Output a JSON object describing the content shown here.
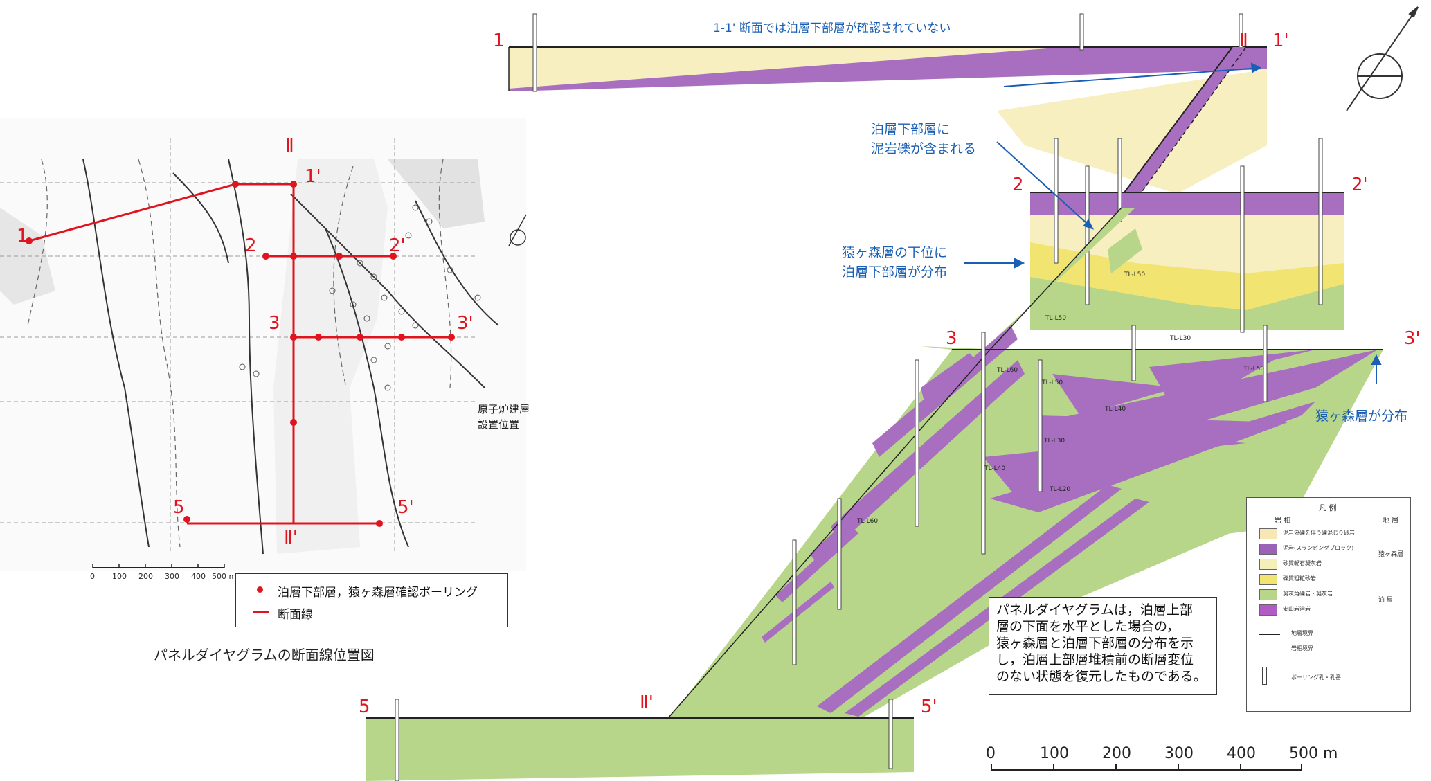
{
  "texts": {
    "section1_note": "1-1' 断面では泊層下部層が確認されていない",
    "label_mudstone_1": "泊層下部層に",
    "label_mudstone_2": "泥岩礫が含まれる",
    "label_under_1": "猿ヶ森層の下位に",
    "label_under_2": "泊層下部層が分布",
    "label_saru": "猿ヶ森層が分布",
    "map_caption": "パネルダイヤグラムの断面線位置図",
    "reactor_1": "原子炉建屋",
    "reactor_2": "設置位置"
  },
  "section_ids": {
    "s1": "1",
    "s1p": "1'",
    "s2": "2",
    "s2p": "2'",
    "s3": "3",
    "s3p": "3'",
    "s5": "5",
    "s5p": "5'",
    "II": "Ⅱ",
    "IIp": "Ⅱ'"
  },
  "map_legend": {
    "boring": "泊層下部層，猿ヶ森層確認ボーリング",
    "line": "断面線"
  },
  "map_scale": [
    "0",
    "100",
    "200",
    "300",
    "400",
    "500 m"
  ],
  "main_scale": [
    "0",
    "100",
    "200",
    "300",
    "400",
    "500 m"
  ],
  "note_lines": [
    "パネルダイヤグラムは，泊層上部",
    "層の下面を水平とした場合の，",
    "猿ヶ森層と泊層下部層の分布を示",
    "し，泊層上部層堆積前の断層変位",
    "のない状態を復元したものである。"
  ],
  "legend": {
    "title": "凡 例",
    "col1": "岩 相",
    "col2": "地 層",
    "items": [
      {
        "text": "泥岩偽礫を伴う礫混じり砂岩",
        "color": "#f6e7b4"
      },
      {
        "text": "泥岩(スランピングブロック)",
        "color": "#9a63b8"
      },
      {
        "text": "砂質軽石凝灰岩",
        "color": "#f5f0ba"
      },
      {
        "text": "礫質粗粒砂岩",
        "color": "#f1e470"
      },
      {
        "text": "凝灰角礫岩・凝灰岩",
        "color": "#b8d68a"
      },
      {
        "text": "安山岩溶岩",
        "color": "#b05cc4"
      }
    ],
    "formation1": "猿ヶ森層",
    "formation2": "泊 層",
    "line1": "地層境界",
    "line2": "岩相境界",
    "bore": "ボーリング孔・孔番"
  },
  "tl_labels": [
    "TL-L50",
    "TL-L30",
    "TL-L60",
    "TL-L50",
    "TL-L50",
    "TL-L50",
    "TL-L40",
    "TL-L30",
    "TL-L40",
    "TL-L20",
    "TL-L60"
  ],
  "colors": {
    "purple": "#a86fc0",
    "green": "#b8d68a",
    "cream": "#f7efc0",
    "yellow": "#f1e470",
    "red": "#e0141e",
    "blue": "#1a5fb4"
  }
}
